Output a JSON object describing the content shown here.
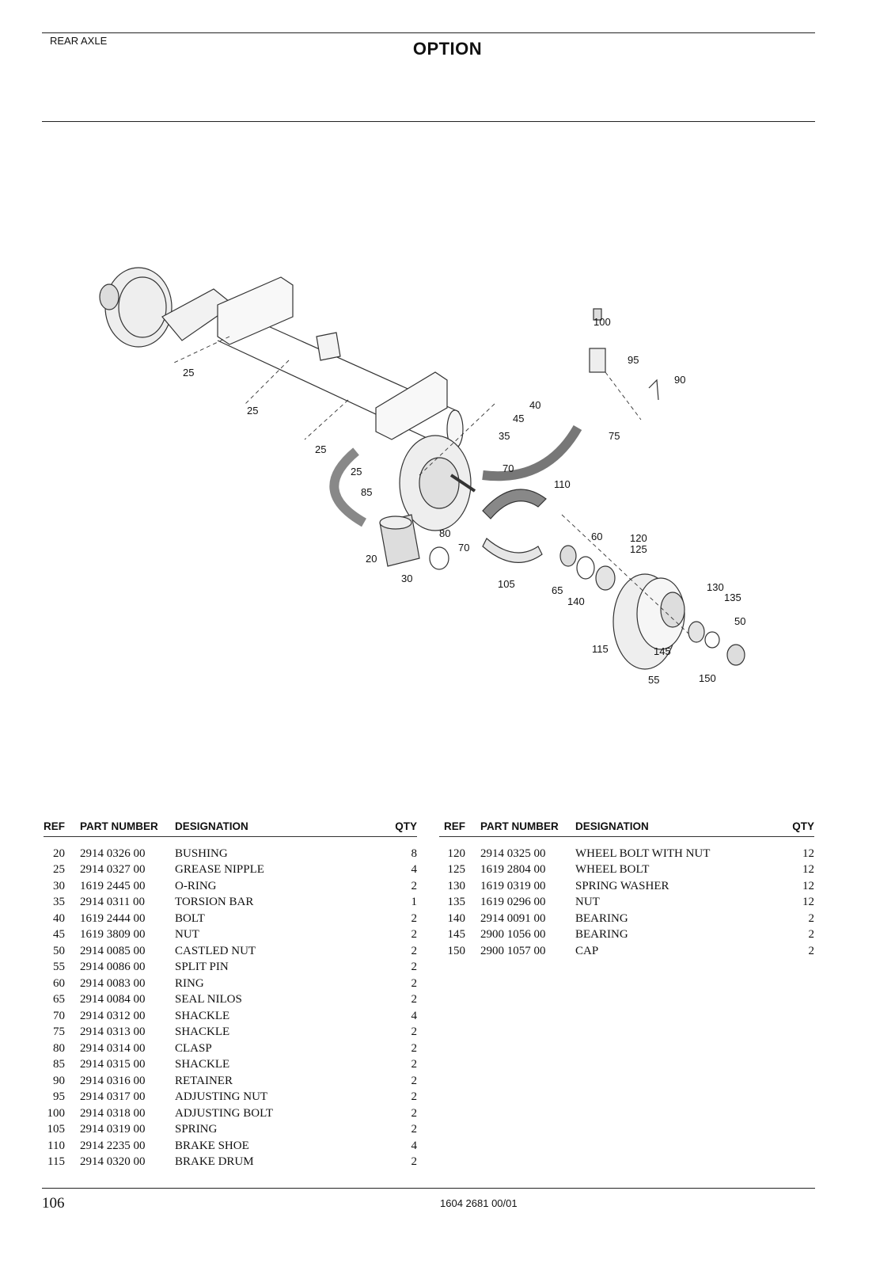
{
  "header": {
    "section": "REAR AXLE",
    "title": "OPTION"
  },
  "diagram": {
    "callouts": [
      "100",
      "95",
      "90",
      "40",
      "45",
      "35",
      "75",
      "70",
      "110",
      "25",
      "25",
      "25",
      "25",
      "85",
      "20",
      "30",
      "80",
      "70",
      "60",
      "120",
      "125",
      "105",
      "65",
      "140",
      "130",
      "135",
      "50",
      "115",
      "145",
      "55",
      "150"
    ]
  },
  "table": {
    "headers": {
      "ref": "REF",
      "part_number": "PART NUMBER",
      "designation": "DESIGNATION",
      "qty": "QTY"
    },
    "left": [
      {
        "ref": "20",
        "part_number": "2914 0326 00",
        "designation": "BUSHING",
        "qty": "8"
      },
      {
        "ref": "25",
        "part_number": "2914 0327 00",
        "designation": "GREASE NIPPLE",
        "qty": "4"
      },
      {
        "ref": "30",
        "part_number": "1619 2445 00",
        "designation": "O-RING",
        "qty": "2"
      },
      {
        "ref": "35",
        "part_number": "2914 0311 00",
        "designation": "TORSION BAR",
        "qty": "1"
      },
      {
        "ref": "40",
        "part_number": "1619 2444 00",
        "designation": "BOLT",
        "qty": "2"
      },
      {
        "ref": "45",
        "part_number": "1619 3809 00",
        "designation": "NUT",
        "qty": "2"
      },
      {
        "ref": "50",
        "part_number": "2914 0085 00",
        "designation": "CASTLED NUT",
        "qty": "2"
      },
      {
        "ref": "55",
        "part_number": "2914 0086 00",
        "designation": "SPLIT PIN",
        "qty": "2"
      },
      {
        "ref": "60",
        "part_number": "2914 0083 00",
        "designation": "RING",
        "qty": "2"
      },
      {
        "ref": "65",
        "part_number": "2914 0084 00",
        "designation": "SEAL NILOS",
        "qty": "2"
      },
      {
        "ref": "70",
        "part_number": "2914 0312 00",
        "designation": "SHACKLE",
        "qty": "4"
      },
      {
        "ref": "75",
        "part_number": "2914 0313 00",
        "designation": "SHACKLE",
        "qty": "2"
      },
      {
        "ref": "80",
        "part_number": "2914 0314 00",
        "designation": "CLASP",
        "qty": "2"
      },
      {
        "ref": "85",
        "part_number": "2914 0315 00",
        "designation": "SHACKLE",
        "qty": "2"
      },
      {
        "ref": "90",
        "part_number": "2914 0316 00",
        "designation": "RETAINER",
        "qty": "2"
      },
      {
        "ref": "95",
        "part_number": "2914 0317 00",
        "designation": "ADJUSTING NUT",
        "qty": "2"
      },
      {
        "ref": "100",
        "part_number": "2914 0318 00",
        "designation": "ADJUSTING BOLT",
        "qty": "2"
      },
      {
        "ref": "105",
        "part_number": "2914 0319 00",
        "designation": "SPRING",
        "qty": "2"
      },
      {
        "ref": "110",
        "part_number": "2914 2235 00",
        "designation": "BRAKE SHOE",
        "qty": "4"
      },
      {
        "ref": "115",
        "part_number": "2914 0320 00",
        "designation": "BRAKE DRUM",
        "qty": "2"
      }
    ],
    "right": [
      {
        "ref": "120",
        "part_number": "2914 0325 00",
        "designation": "WHEEL BOLT WITH NUT",
        "qty": "12"
      },
      {
        "ref": "125",
        "part_number": "1619 2804 00",
        "designation": "WHEEL BOLT",
        "qty": "12"
      },
      {
        "ref": "130",
        "part_number": "1619 0319 00",
        "designation": "SPRING WASHER",
        "qty": "12"
      },
      {
        "ref": "135",
        "part_number": "1619 0296 00",
        "designation": "NUT",
        "qty": "12"
      },
      {
        "ref": "140",
        "part_number": "2914 0091 00",
        "designation": "BEARING",
        "qty": "2"
      },
      {
        "ref": "145",
        "part_number": "2900 1056 00",
        "designation": "BEARING",
        "qty": "2"
      },
      {
        "ref": "150",
        "part_number": "2900 1057 00",
        "designation": "CAP",
        "qty": "2"
      }
    ]
  },
  "footer": {
    "page_number": "106",
    "doc_number": "1604 2681 00/01"
  }
}
